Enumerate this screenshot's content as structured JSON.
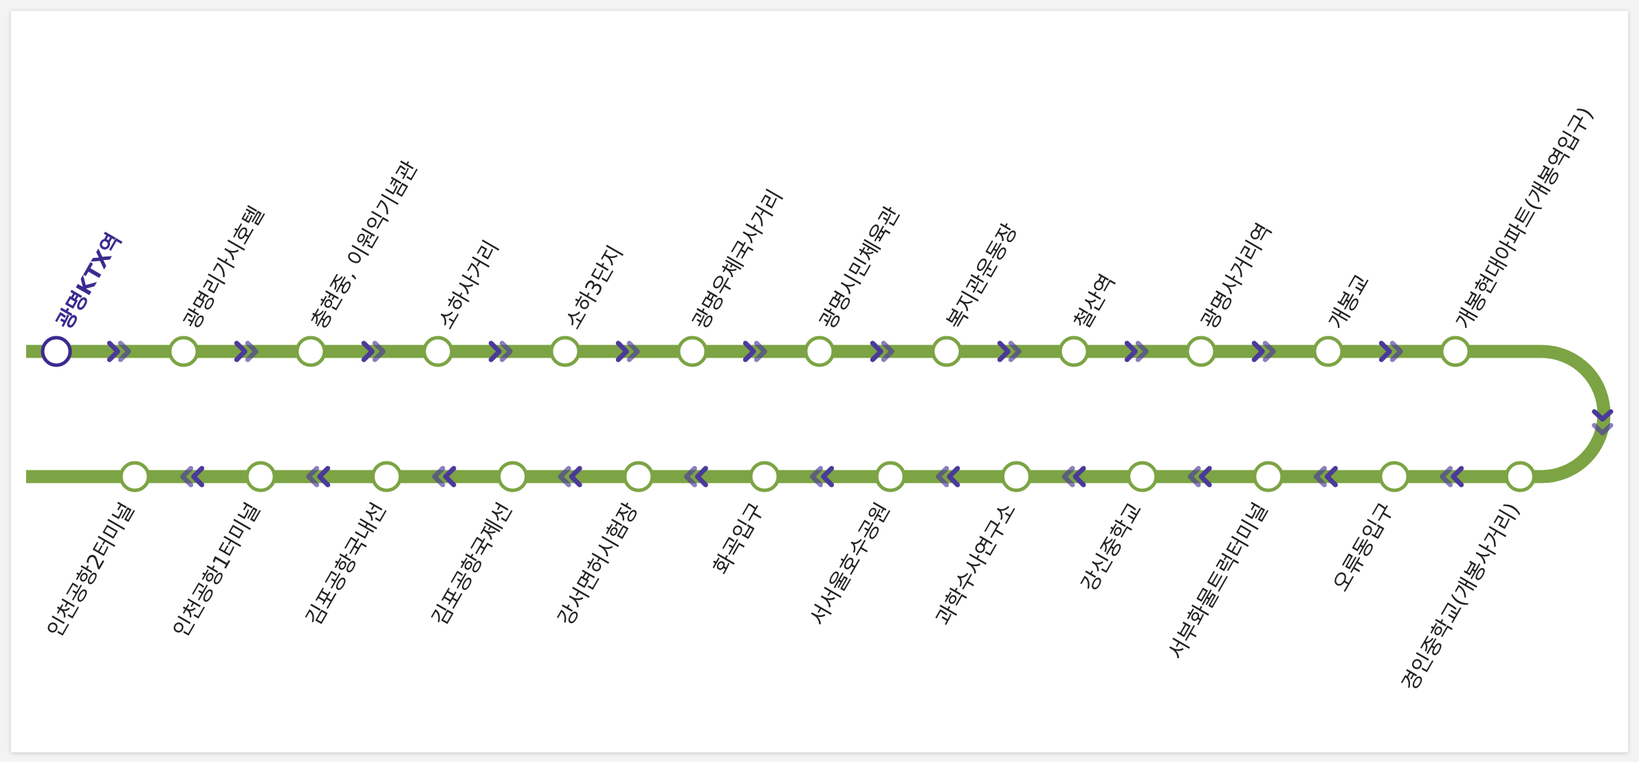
{
  "line_color": "#7ca444",
  "current_color": "#3d2a8f",
  "arrow_color": "#4b3a99",
  "top_row": [
    {
      "name": "광명KTX역",
      "current": true
    },
    {
      "name": "광명리가시호텔"
    },
    {
      "name": "충현중, 이원익기념관"
    },
    {
      "name": "소하사거리"
    },
    {
      "name": "소하3단지"
    },
    {
      "name": "광명우체국사거리"
    },
    {
      "name": "광명시민체육관"
    },
    {
      "name": "복지관운동장"
    },
    {
      "name": "철산역"
    },
    {
      "name": "광명사거리역"
    },
    {
      "name": "개봉교"
    },
    {
      "name": "개봉현대아파트(개봉역입구)"
    }
  ],
  "bottom_row": [
    {
      "name": "인천공항2터미널"
    },
    {
      "name": "인천공항1터미널"
    },
    {
      "name": "김포공항국내선"
    },
    {
      "name": "김포공항국제선"
    },
    {
      "name": "강서면허시험장"
    },
    {
      "name": "화곡입구"
    },
    {
      "name": "서서울호수공원"
    },
    {
      "name": "과학수사연구소"
    },
    {
      "name": "강신중학교"
    },
    {
      "name": "서부화물트럭터미널"
    },
    {
      "name": "오류동입구"
    },
    {
      "name": "경인중학교(개봉사거리)"
    }
  ]
}
